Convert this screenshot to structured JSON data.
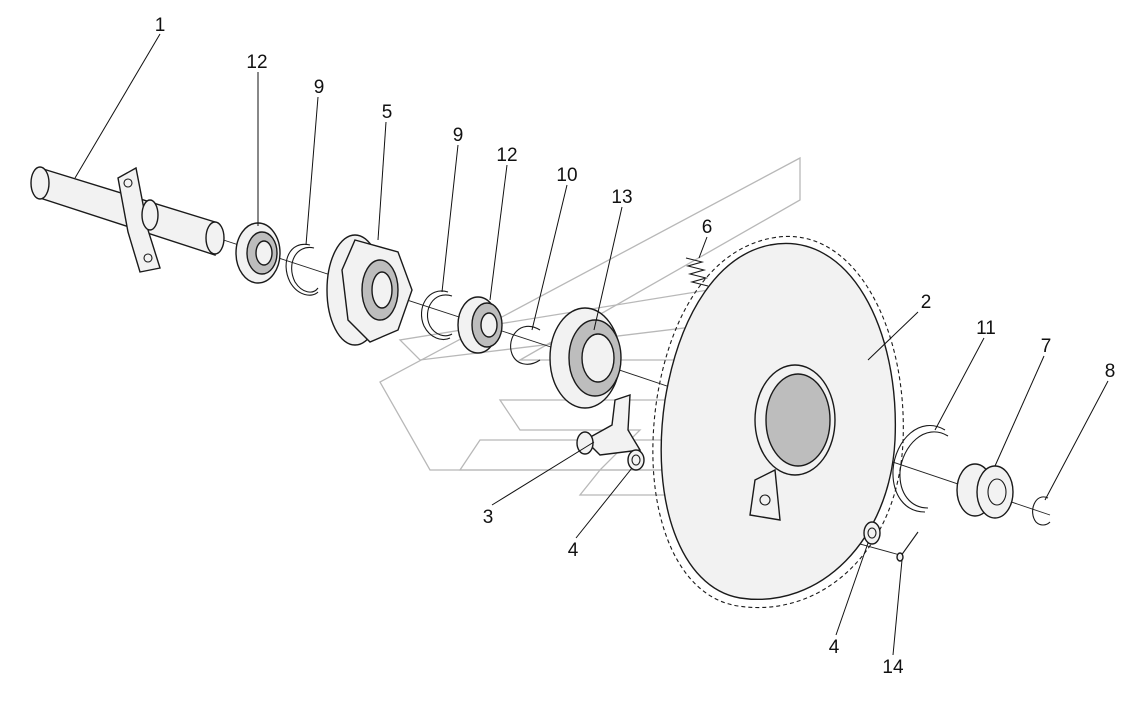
{
  "diagram": {
    "callouts": [
      {
        "id": "c1",
        "label": "1"
      },
      {
        "id": "c12a",
        "label": "12"
      },
      {
        "id": "c9a",
        "label": "9"
      },
      {
        "id": "c5",
        "label": "5"
      },
      {
        "id": "c9b",
        "label": "9"
      },
      {
        "id": "c12b",
        "label": "12"
      },
      {
        "id": "c10",
        "label": "10"
      },
      {
        "id": "c13",
        "label": "13"
      },
      {
        "id": "c6",
        "label": "6"
      },
      {
        "id": "c2",
        "label": "2"
      },
      {
        "id": "c11",
        "label": "11"
      },
      {
        "id": "c7",
        "label": "7"
      },
      {
        "id": "c8",
        "label": "8"
      },
      {
        "id": "c3",
        "label": "3"
      },
      {
        "id": "c4a",
        "label": "4"
      },
      {
        "id": "c4b",
        "label": "4"
      },
      {
        "id": "c14",
        "label": "14"
      }
    ],
    "line_color": "#1a1a1a",
    "watermark_color": "#b8b8b8"
  }
}
